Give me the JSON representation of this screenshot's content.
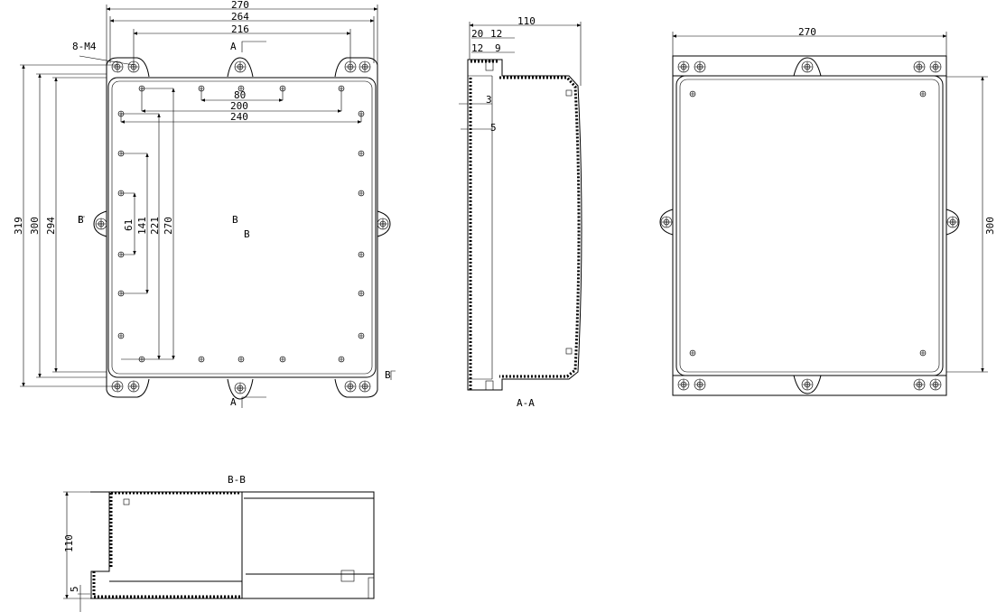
{
  "front_view": {
    "dims": {
      "w270": "270",
      "w264": "264",
      "w216": "216",
      "h319": "319",
      "h300": "300",
      "h294": "294",
      "d80": "80",
      "d200": "200",
      "d240": "240",
      "d61": "61",
      "d141": "141",
      "d221": "221",
      "d270": "270"
    },
    "thread_note": "8-M4",
    "section_a": "A",
    "section_b": "B"
  },
  "section_aa": {
    "label": "A-A",
    "dims": {
      "d110": "110",
      "d20": "20",
      "d12a": "12",
      "d12b": "12",
      "d9": "9",
      "d3": "3",
      "d5": "5"
    }
  },
  "back_view": {
    "dims": {
      "w270": "270",
      "h300": "300"
    }
  },
  "section_bb": {
    "label": "B-B",
    "dims": {
      "d110": "110",
      "d5": "5"
    }
  }
}
